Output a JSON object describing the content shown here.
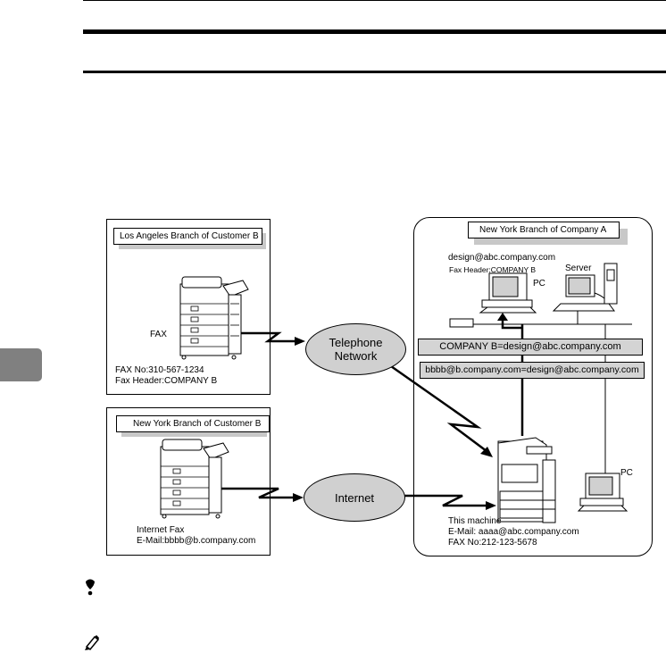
{
  "page": {
    "side_tab": "chapter-tab"
  },
  "diagram": {
    "la_branch": {
      "title": "Los Angeles Branch of Customer B",
      "device_label": "FAX",
      "fax_no": "FAX No:310-567-1234",
      "fax_header": "Fax Header:COMPANY B"
    },
    "ny_customer": {
      "title": "New York Branch of Customer B",
      "device_label": "Internet Fax",
      "email": "E-Mail:bbbb@b.company.com"
    },
    "networks": {
      "telephone_line1": "Telephone",
      "telephone_line2": "Network",
      "internet": "Internet"
    },
    "ny_company": {
      "title": "New York Branch of Company A",
      "pc_email": "design@abc.company.com",
      "pc_fax_header": "Fax Header:COMPANY B",
      "pc_label": "PC",
      "server_label": "Server",
      "mapping1": "COMPANY B=design@abc.company.com",
      "mapping2": "bbbb@b.company.com=design@abc.company.com",
      "pc2_label": "PC",
      "machine_label": "This machine",
      "machine_email": "E-Mail:  aaaa@abc.company.com",
      "machine_fax_no": "FAX No:212-123-5678"
    }
  },
  "notes": {
    "limitation_icon": "limitation-icon",
    "note_icon": "pencil-icon"
  },
  "colors": {
    "cloud_fill": "#d0d0d0",
    "mapping_fill": "#d4d4d4",
    "tab_gray": "#808080"
  }
}
